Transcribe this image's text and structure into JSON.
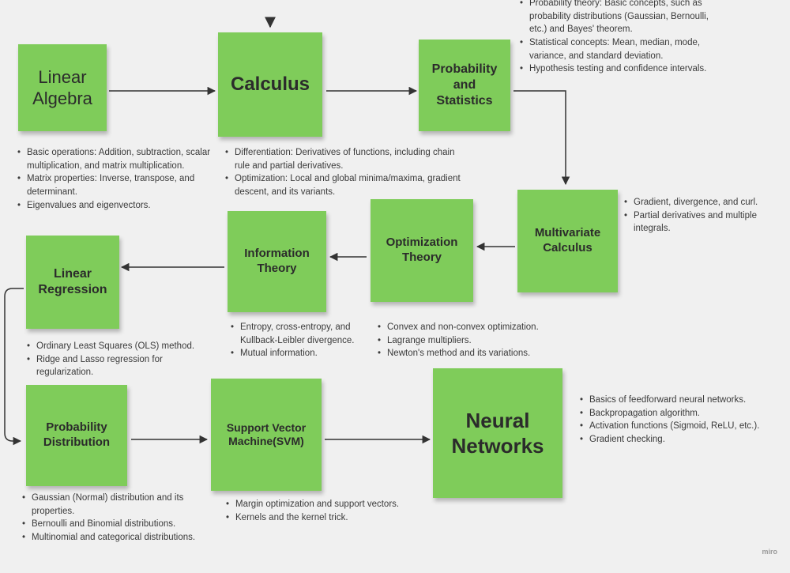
{
  "nodes": {
    "linear_algebra": "Linear\nAlgebra",
    "calculus": "Calculus",
    "prob_stats": "Probability\nand\nStatistics",
    "multivariate": "Multivariate\nCalculus",
    "optimization": "Optimization\nTheory",
    "information": "Information\nTheory",
    "linear_regression": "Linear\nRegression",
    "prob_distribution": "Probability\nDistribution",
    "svm": "Support Vector\nMachine(SVM)",
    "neural_networks": "Neural\nNetworks"
  },
  "notes": {
    "prob_stats": [
      "Probability theory: Basic concepts, such as probability distributions (Gaussian, Bernoulli, etc.) and Bayes' theorem.",
      "Statistical concepts: Mean, median, mode, variance, and standard deviation.",
      "Hypothesis testing and confidence intervals."
    ],
    "linear_algebra": [
      "Basic operations: Addition, subtraction, scalar multiplication, and matrix multiplication.",
      "Matrix properties: Inverse, transpose, and determinant.",
      "Eigenvalues and eigenvectors."
    ],
    "calculus": [
      "Differentiation: Derivatives of functions, including chain rule and partial derivatives.",
      "Optimization: Local and global minima/maxima, gradient descent, and its variants."
    ],
    "multivariate": [
      "Gradient, divergence, and curl.",
      "Partial derivatives and multiple integrals."
    ],
    "information": [
      "Entropy, cross-entropy, and Kullback-Leibler divergence.",
      "Mutual information."
    ],
    "optimization": [
      "Convex and non-convex optimization.",
      "Lagrange multipliers.",
      "Newton's method and its variations."
    ],
    "linear_regression": [
      "Ordinary Least Squares (OLS) method.",
      "Ridge and Lasso regression for regularization."
    ],
    "neural_networks": [
      "Basics of feedforward neural networks.",
      "Backpropagation algorithm.",
      "Activation functions (Sigmoid, ReLU, etc.).",
      "Gradient checking."
    ],
    "prob_distribution": [
      "Gaussian (Normal) distribution and its properties.",
      "Bernoulli and Binomial distributions.",
      "Multinomial and categorical distributions."
    ],
    "svm": [
      "Margin optimization and support vectors.",
      "Kernels and the kernel trick."
    ]
  },
  "watermark": "miro"
}
